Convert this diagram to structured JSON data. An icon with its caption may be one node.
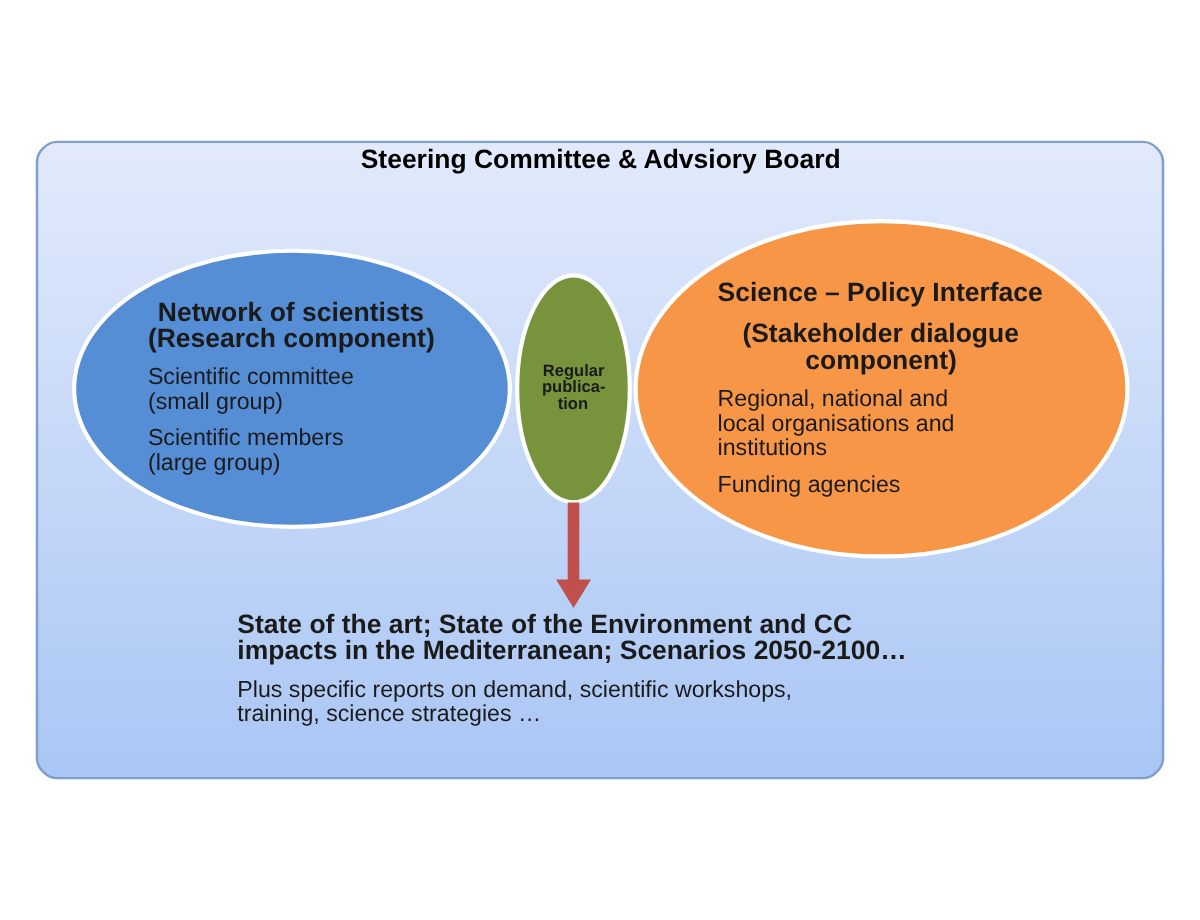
{
  "diagram": {
    "nodes": [
      {
        "text": [
          "Steering Committee & Advsiory Board"
        ]
      },
      {
        "text": [
          "Network of scientists (Research component)",
          "Scientific committee (small group)",
          "Scientific members (large group)"
        ],
        "in": 0
      },
      {
        "text": [
          "Regular publica-tion"
        ],
        "in": 0
      },
      {
        "text": [
          "Science – Policy Interface",
          "(Stakeholder dialogue component)",
          "Regional, national and local organisations and institutions",
          "Funding agencies"
        ],
        "in": 0
      },
      {
        "text": [
          "State of the art; State of the Environment and CC impacts in the Mediterranean; Scenarios 2050-2100…",
          "Plus specific reports on demand, scientific workshops, training, science strategies …"
        ],
        "in": 0
      }
    ],
    "edges": [
      {
        "from": 2,
        "to": 4,
        "arrow": "to",
        "color": "#c0504d"
      }
    ]
  }
}
